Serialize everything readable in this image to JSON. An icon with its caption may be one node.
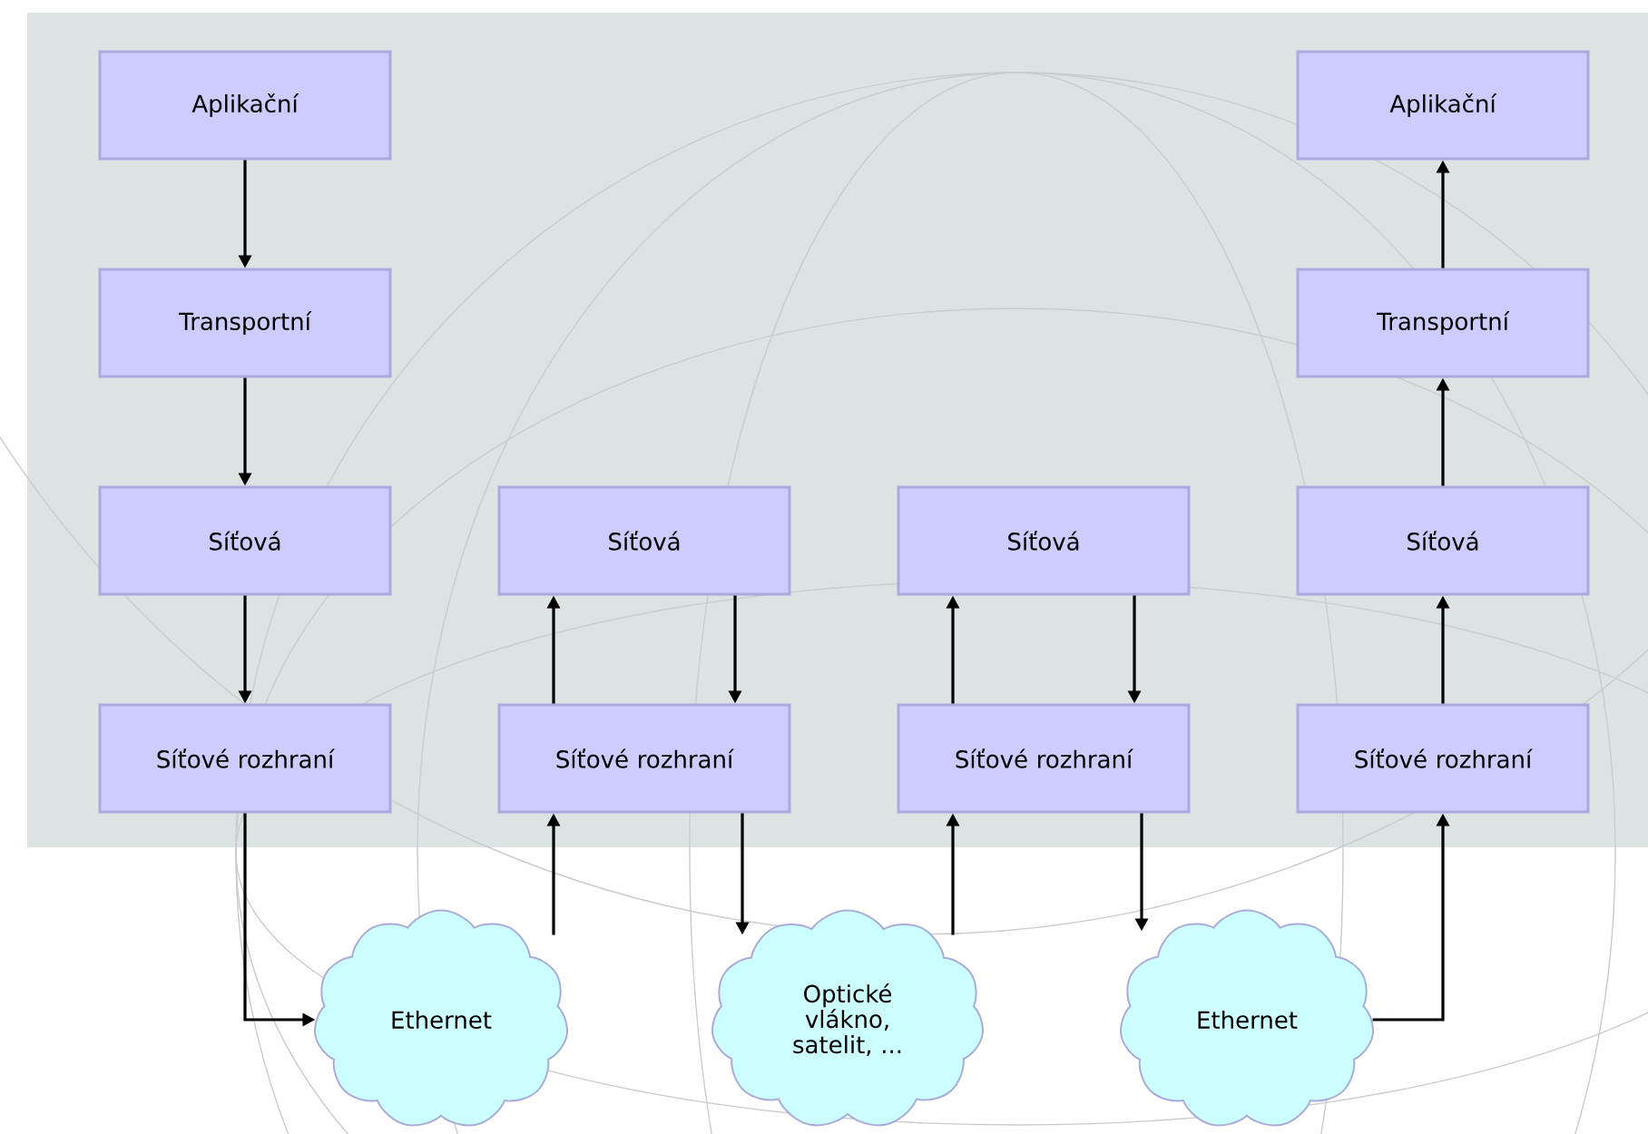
{
  "diagram": {
    "nodes": [
      {
        "text": [
          "Aplikační"
        ]
      },
      {
        "text": [
          "Transportní"
        ]
      },
      {
        "text": [
          "Síťová"
        ]
      },
      {
        "text": [
          "Síťové rozhraní"
        ]
      },
      {
        "text": [
          "Síťová"
        ]
      },
      {
        "text": [
          "Síťové rozhraní"
        ]
      },
      {
        "text": [
          "Síťová"
        ]
      },
      {
        "text": [
          "Síťové rozhraní"
        ]
      },
      {
        "text": [
          "Aplikační"
        ]
      },
      {
        "text": [
          "Transportní"
        ]
      },
      {
        "text": [
          "Síťová"
        ]
      },
      {
        "text": [
          "Síťové rozhraní"
        ]
      },
      {
        "text": [
          "Ethernet"
        ]
      },
      {
        "text": [
          "Optické vlákno, satelit, ..."
        ]
      },
      {
        "text": [
          "Ethernet"
        ]
      }
    ],
    "edges": [
      {
        "from": 0,
        "to": 1,
        "arrow": "to"
      },
      {
        "from": 1,
        "to": 2,
        "arrow": "to"
      },
      {
        "from": 2,
        "to": 3,
        "arrow": "to"
      },
      {
        "from": 3,
        "to": 12,
        "arrow": "to"
      },
      {
        "from": 12,
        "to": 5,
        "arrow": "to"
      },
      {
        "from": 5,
        "to": 4,
        "arrow": "to"
      },
      {
        "from": 4,
        "to": 5,
        "arrow": "to"
      },
      {
        "from": 5,
        "to": 13,
        "arrow": "to"
      },
      {
        "from": 13,
        "to": 7,
        "arrow": "to"
      },
      {
        "from": 7,
        "to": 6,
        "arrow": "to"
      },
      {
        "from": 6,
        "to": 7,
        "arrow": "to"
      },
      {
        "from": 7,
        "to": 14,
        "arrow": "to"
      },
      {
        "from": 14,
        "to": 11,
        "arrow": "to"
      },
      {
        "from": 11,
        "to": 10,
        "arrow": "to"
      },
      {
        "from": 10,
        "to": 9,
        "arrow": "to"
      },
      {
        "from": 9,
        "to": 8,
        "arrow": "to"
      }
    ]
  }
}
